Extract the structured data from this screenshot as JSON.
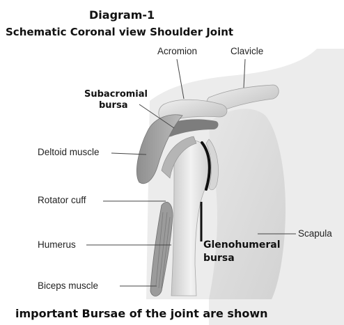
{
  "figure": {
    "title_line1": "Diagram-1",
    "title_line2": "Schematic  Coronal view Shoulder Joint",
    "caption": "important Bursae of the joint are shown"
  },
  "labels": {
    "acromion": "Acromion",
    "clavicle": "Clavicle",
    "subacromial_line1": "Subacromial",
    "subacromial_line2": "bursa",
    "deltoid": "Deltoid muscle",
    "rotator_cuff": "Rotator cuff",
    "humerus": "Humerus",
    "biceps": "Biceps muscle",
    "scapula": "Scapula",
    "glenohumeral_line1": "Glenohumeral",
    "glenohumeral_line2": "bursa"
  }
}
